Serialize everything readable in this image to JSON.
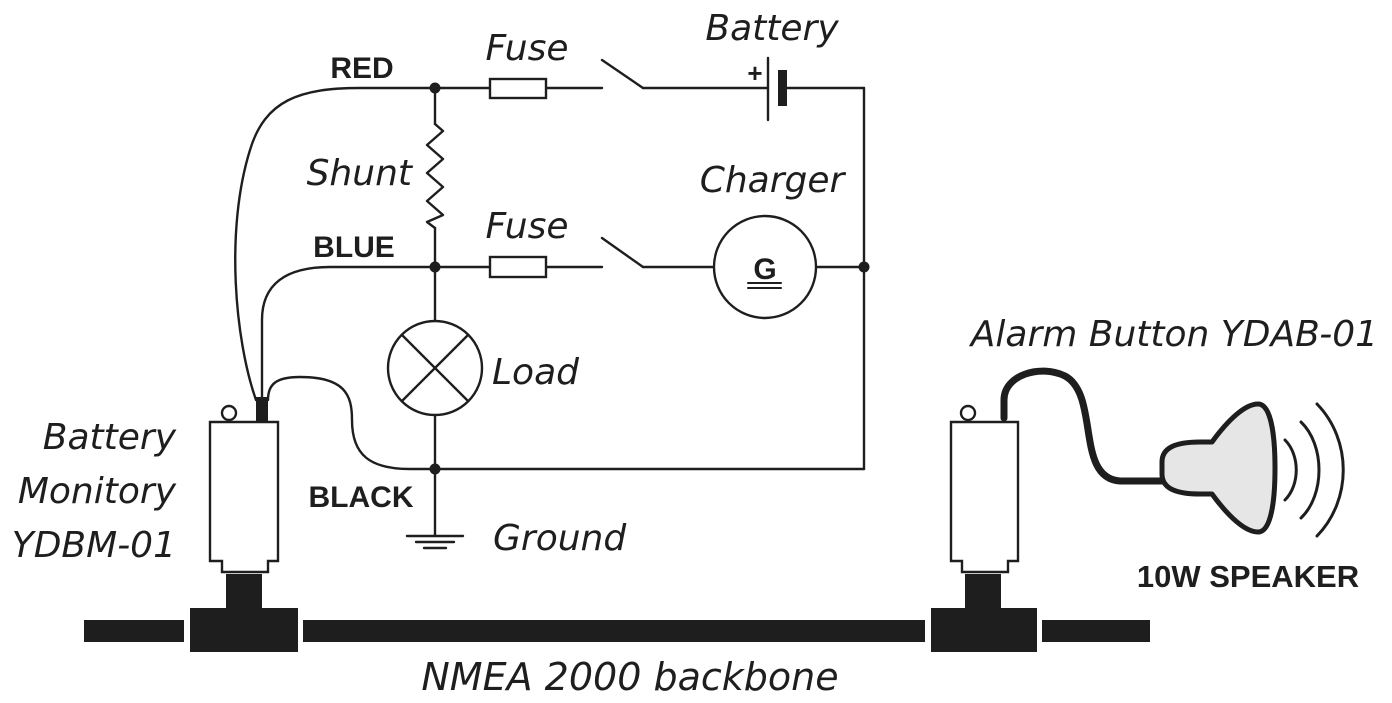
{
  "labels": {
    "battery": "Battery",
    "battery_plus": "+",
    "fuse_top": "Fuse",
    "fuse_middle": "Fuse",
    "red": "RED",
    "blue": "BLUE",
    "black": "BLACK",
    "shunt": "Shunt",
    "charger": "Charger",
    "generator_symbol": "G",
    "load": "Load",
    "ground": "Ground",
    "monitor_line1": "Battery",
    "monitor_line2": "Monitory",
    "monitor_line3": "YDBM-01",
    "alarm_button": "Alarm Button YDAB-01",
    "speaker": "10W SPEAKER",
    "backbone": "NMEA 2000 backbone"
  },
  "icons": {
    "fuse": "fuse-icon",
    "switch": "switch-icon",
    "battery": "battery-icon",
    "resistor": "resistor-icon",
    "generator": "generator-icon",
    "lamp": "lamp-icon",
    "ground": "ground-icon",
    "speaker": "speaker-icon",
    "device": "device-icon",
    "tee": "tee-connector-icon"
  },
  "colors": {
    "ink": "#1e1e1e",
    "speaker_fill": "#e6e6e6",
    "background": "#ffffff"
  }
}
